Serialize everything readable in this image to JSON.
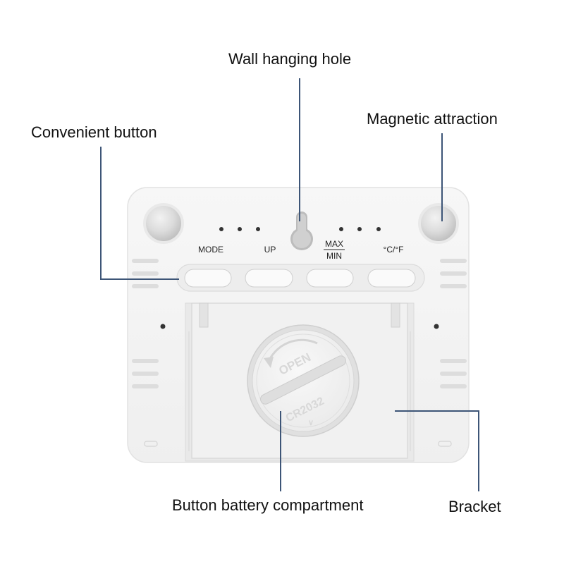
{
  "callouts": {
    "wall_hanging_hole": "Wall hanging hole",
    "convenient_button": "Convenient button",
    "magnetic_attraction": "Magnetic attraction",
    "battery_compartment": "Button battery compartment",
    "bracket": "Bracket"
  },
  "buttons": {
    "mode": "MODE",
    "up": "UP",
    "max": "MAX",
    "min": "MIN",
    "unit": "°C/°F"
  },
  "battery": {
    "open": "OPEN",
    "type": "CR2032",
    "arrow": "∨"
  },
  "colors": {
    "leader_line": "#3d5577",
    "body": "#f4f4f4",
    "body_edge": "#e3e3e3",
    "magnet": "#d8d8d8"
  }
}
